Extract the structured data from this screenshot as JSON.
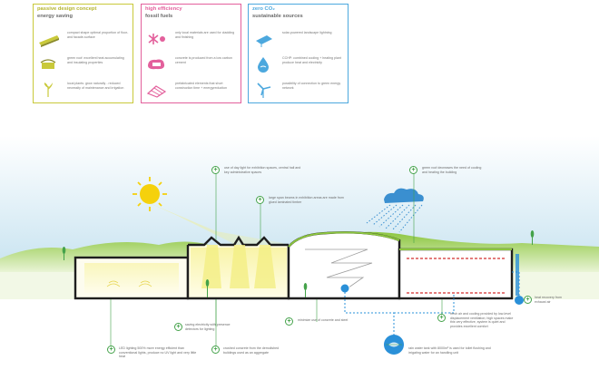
{
  "legend": [
    {
      "title": "passive design concept",
      "subtitle": "energy saving",
      "color": "#c9c93a",
      "items": [
        {
          "icon": "slim-building-icon",
          "text": "compact shape optimal proportion of floor- and facade-surface"
        },
        {
          "icon": "green-roof-icon",
          "text": "green roof: excellent heat accumulating and insulating properties"
        },
        {
          "icon": "plants-icon",
          "text": "local plants: grow naturally - reduced necessity of maintenance and irrigation"
        }
      ]
    },
    {
      "title": "high efficiency",
      "subtitle": "fossil fuels",
      "color": "#e3609c",
      "items": [
        {
          "icon": "timber-icon",
          "text": "only local materials are used for cladding and finishing"
        },
        {
          "icon": "co2-concrete-icon",
          "text": "concrete is produced from a low carbon cement"
        },
        {
          "icon": "prefab-elements-icon",
          "text": "prefabricated elements that short construction time + energyreduction"
        }
      ]
    },
    {
      "title": "zero CO₂",
      "subtitle": "sustainable sources",
      "color": "#4ca8de",
      "items": [
        {
          "icon": "solar-panel-icon",
          "text": "solar-powered landscape lightning"
        },
        {
          "icon": "water-drop-icon",
          "text": "CCHP: combined cooling + heating plant produce heat and electricity"
        },
        {
          "icon": "wind-turbine-icon",
          "text": "possibility of connection to green energy network"
        }
      ]
    }
  ],
  "callouts": [
    {
      "text": "use of day light for exhibition spaces, central hall and key administrative spaces"
    },
    {
      "text": "large span beams in exhibition areas are made from glued laminated timber"
    },
    {
      "text": "green roof decreases the need of cooling and heating the building"
    },
    {
      "text": "heat recovery from exhaust air"
    },
    {
      "text": "saving electricity with presence detectors for lighting"
    },
    {
      "text": "minimize use of concrete and steel"
    },
    {
      "text": "fresh air and cooling provided by low-level displacement ventilation; high spaces make this very effective, system is quiet and provides excellent comfort"
    },
    {
      "text": "LED lighting 500% more energy efficient than conventional lights, produce no UV light and very little heat"
    },
    {
      "text": "crushed concrete from the demolished buildings used as an aggregate"
    },
    {
      "text": "rain water tank with 8000m³ is used for toilet flushing and irrigating water for an handling unit"
    }
  ],
  "colors": {
    "passive": "#c9c93a",
    "efficiency": "#e3609c",
    "zero": "#4ca8de",
    "callout_green": "#44a24a",
    "sky": "#cfe7f3",
    "grass": "#8cc63f",
    "building": "#1e1e1e",
    "light": "#f4ef84",
    "water": "#2a90d8"
  }
}
